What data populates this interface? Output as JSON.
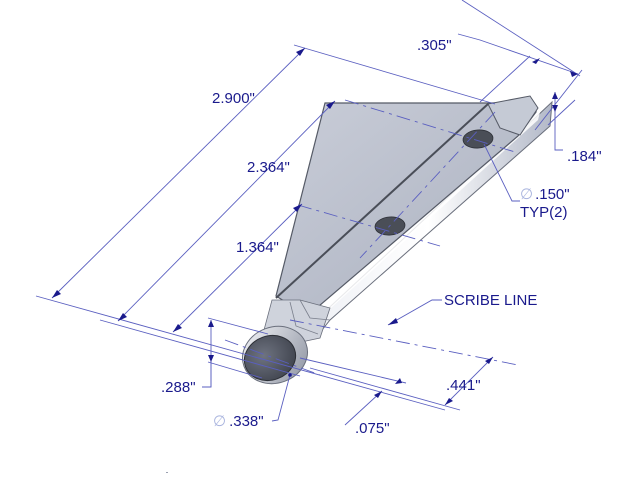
{
  "drawing": {
    "type": "isometric-dimensioned-part-drawing",
    "part": "square bar with rounded cylindrical end and pointed/chamfered tip, two through holes",
    "units": "inches",
    "colors": {
      "dimension_text": "#1a1a8c",
      "dimension_lines": "#5a5fc0",
      "diameter_symbol": "#a9b4de",
      "part_face_top": "#b9bfcc",
      "part_face_side": "#d7dbe4",
      "part_edge": "#555a66",
      "hole": "#4a4e57",
      "background": "#ffffff"
    }
  },
  "dimensions": {
    "overall_length": "2.900\"",
    "hole2_position": "2.364\"",
    "hole1_position": "1.364\"",
    "width": ".305\"",
    "tip_height": ".184\"",
    "hole_diameter": ".150\"",
    "hole_qty_note": "TYP(2)",
    "end_height": ".288\"",
    "end_diameter": ".338\"",
    "scribe_offset": ".441\"",
    "scribe_gap": ".075\""
  },
  "symbols": {
    "diameter": "∅"
  },
  "annotations": {
    "scribe_line": "SCRIBE LINE"
  }
}
